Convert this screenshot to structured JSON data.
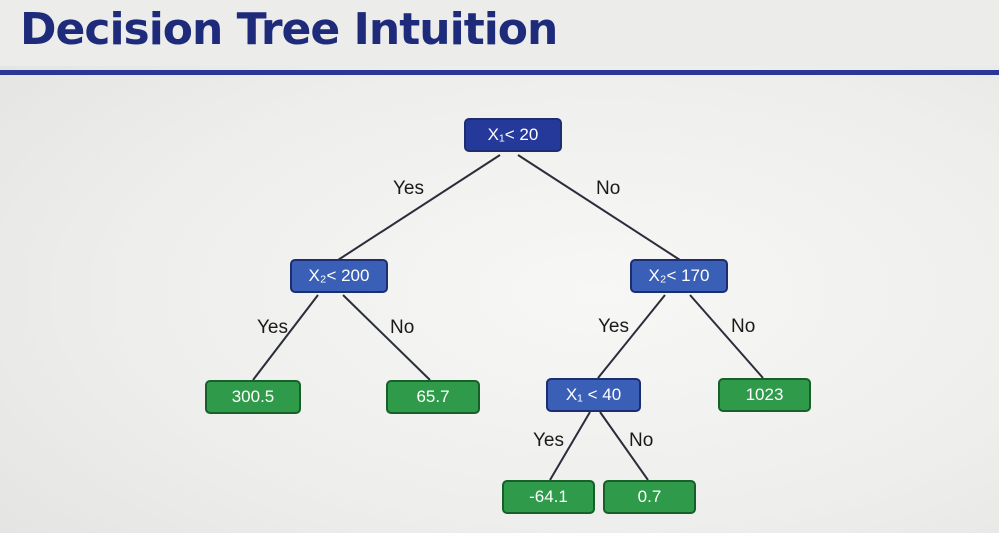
{
  "slide": {
    "title": "Decision Tree Intuition"
  },
  "tree": {
    "nodes": {
      "root": {
        "kind": "split",
        "label": "X₁< 20"
      },
      "left_split": {
        "kind": "split",
        "label": "X₂< 200"
      },
      "right_split": {
        "kind": "split",
        "label": "X₂< 170"
      },
      "right_left_split": {
        "kind": "split",
        "label": "X₁ < 40"
      },
      "leaf_a": {
        "kind": "leaf",
        "label": "300.5"
      },
      "leaf_b": {
        "kind": "leaf",
        "label": "65.7"
      },
      "leaf_c": {
        "kind": "leaf",
        "label": "1023"
      },
      "leaf_d": {
        "kind": "leaf",
        "label": "-64.1"
      },
      "leaf_e": {
        "kind": "leaf",
        "label": "0.7"
      }
    },
    "edges": {
      "root_yes": "Yes",
      "root_no": "No",
      "left_yes": "Yes",
      "left_no": "No",
      "right_yes": "Yes",
      "right_no": "No",
      "inner_yes": "Yes",
      "inner_no": "No"
    },
    "colors": {
      "split_node": "#3a5fb6",
      "root_node": "#24399a",
      "leaf_node": "#2e9a4a",
      "title": "#1e2a7a",
      "rule": "#2c3699"
    }
  }
}
